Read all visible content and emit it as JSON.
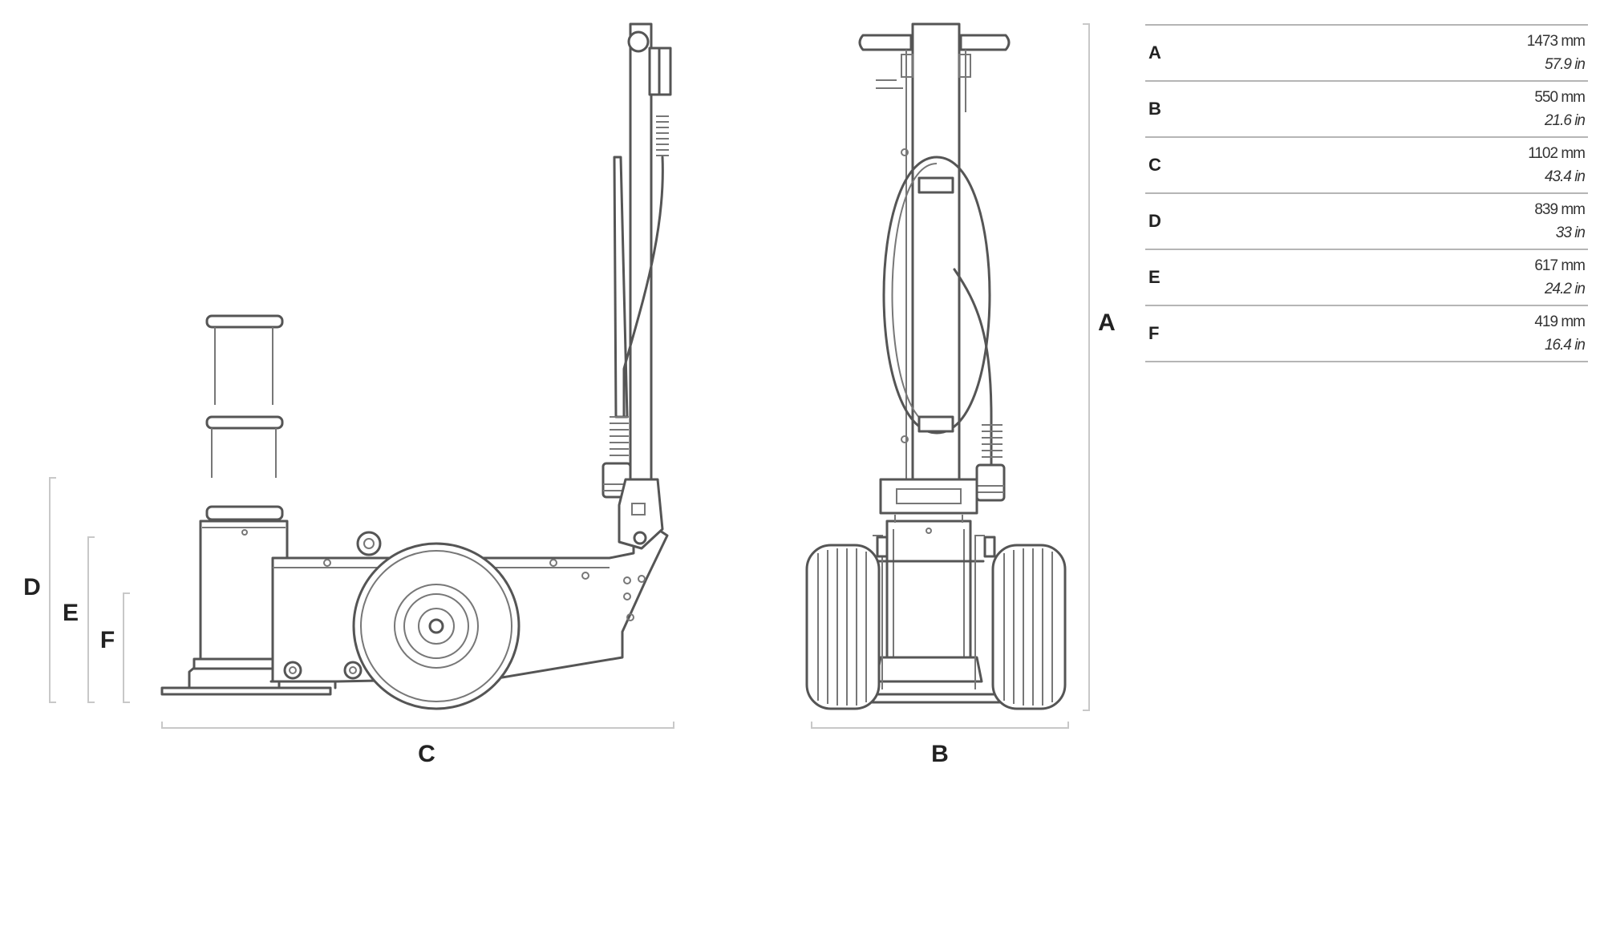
{
  "diagram": {
    "dimension_labels": {
      "a": "A",
      "b": "B",
      "c": "C",
      "d": "D",
      "e": "E",
      "f": "F"
    },
    "colors": {
      "line": "#555555",
      "dimension_line": "#c8c8c8",
      "table_rule": "#b5b5b5",
      "text": "#222222"
    }
  },
  "spec_table": {
    "rows": [
      {
        "label": "A",
        "mm": "1473 mm",
        "inch": "57.9 in"
      },
      {
        "label": "B",
        "mm": "550 mm",
        "inch": "21.6 in"
      },
      {
        "label": "C",
        "mm": "1102 mm",
        "inch": "43.4 in"
      },
      {
        "label": "D",
        "mm": "839 mm",
        "inch": "33 in"
      },
      {
        "label": "E",
        "mm": "617 mm",
        "inch": "24.2 in"
      },
      {
        "label": "F",
        "mm": "419 mm",
        "inch": "16.4 in"
      }
    ]
  }
}
